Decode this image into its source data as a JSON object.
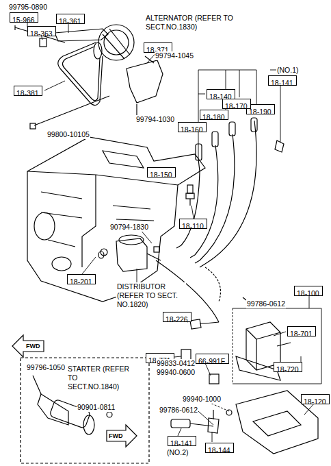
{
  "diagram": {
    "nodes": [
      {
        "text": [
          "15-966"
        ]
      },
      {
        "text": [
          "18-361"
        ]
      },
      {
        "text": [
          "18-363"
        ]
      },
      {
        "text": [
          "18-371"
        ]
      },
      {
        "text": [
          "18-141"
        ]
      },
      {
        "text": [
          "18-140"
        ]
      },
      {
        "text": [
          "18-381"
        ]
      },
      {
        "text": [
          "18-190"
        ]
      },
      {
        "text": [
          "18-170"
        ]
      },
      {
        "text": [
          "18-180"
        ]
      },
      {
        "text": [
          "18-160"
        ]
      },
      {
        "text": [
          "18-150"
        ]
      },
      {
        "text": [
          "18-110"
        ]
      },
      {
        "text": [
          "18-201"
        ]
      },
      {
        "text": [
          "18-100"
        ]
      },
      {
        "text": [
          "18-226"
        ]
      },
      {
        "text": [
          "18-701"
        ]
      },
      {
        "text": [
          "18-771"
        ]
      },
      {
        "text": [
          "66-991F"
        ]
      },
      {
        "text": [
          "18-720"
        ]
      },
      {
        "text": [
          "18-120"
        ]
      },
      {
        "text": [
          "18-141"
        ]
      },
      {
        "text": [
          "18-144"
        ]
      }
    ],
    "labels": [
      "99795-0890",
      "ALTERNATOR (REFER TO SECT.NO.1830)",
      "99794-1045",
      "(NO.1)",
      "99794-1030",
      "99800-10105",
      "90794-1830",
      "DISTRIBUTOR (REFER TO SECT. NO.1820)",
      "99786-0612",
      "FWD",
      "99833-0412",
      "99940-0600",
      "99796-1050",
      "STARTER (REFER TO SECT.NO.1840)",
      "90901-0811",
      "99940-1000",
      "99786-0612",
      "FWD",
      "(NO.2)"
    ]
  }
}
